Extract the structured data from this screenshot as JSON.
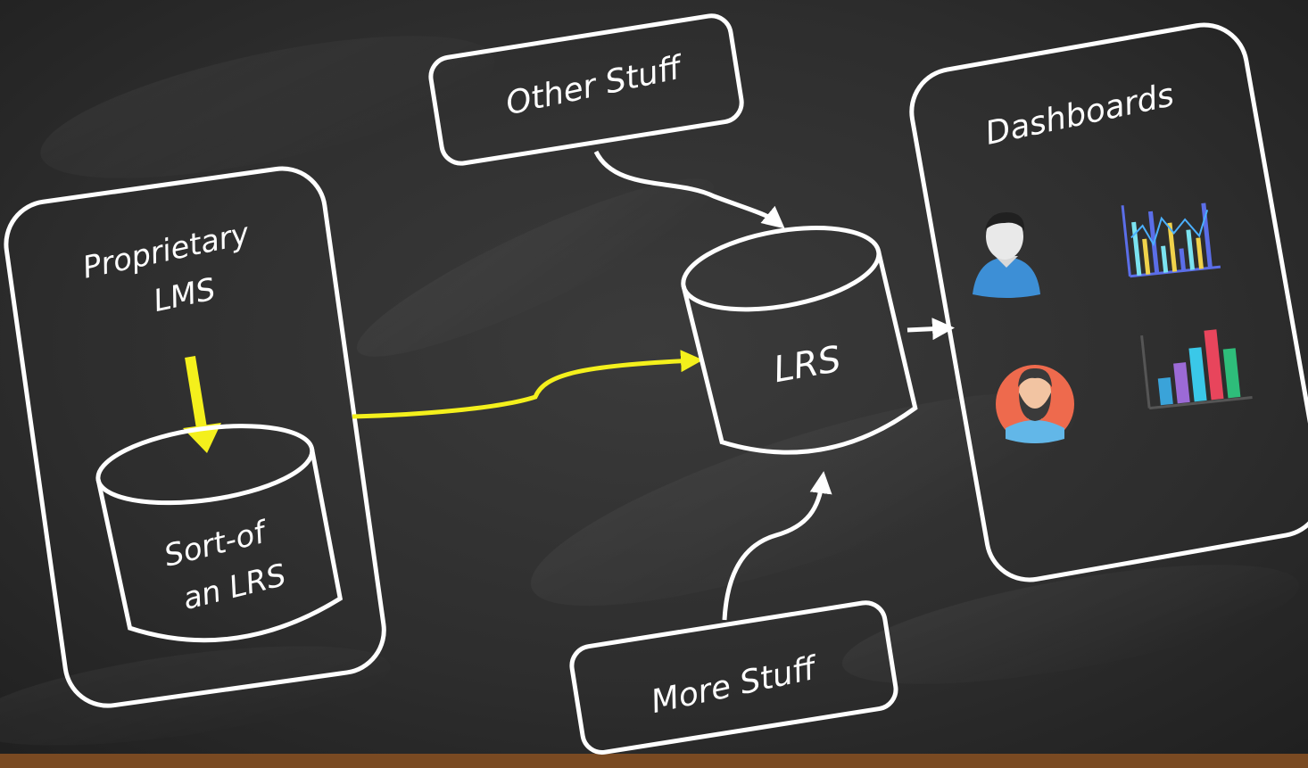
{
  "diagram": {
    "labels": {
      "proprietary_line1": "Proprietary",
      "proprietary_line2": "LMS",
      "sortof_line1": "Sort-of",
      "sortof_line2": "an LRS",
      "lrs": "LRS",
      "other_stuff": "Other Stuff",
      "more_stuff": "More Stuff",
      "dashboards": "Dashboards"
    },
    "icons": [
      "person-icon",
      "line-chart-icon",
      "avatar-icon",
      "bar-chart-icon"
    ],
    "colors": {
      "board": "#2b2b2b",
      "chalk": "#ffffff",
      "highlight_arrow": "#f4f01c"
    }
  }
}
